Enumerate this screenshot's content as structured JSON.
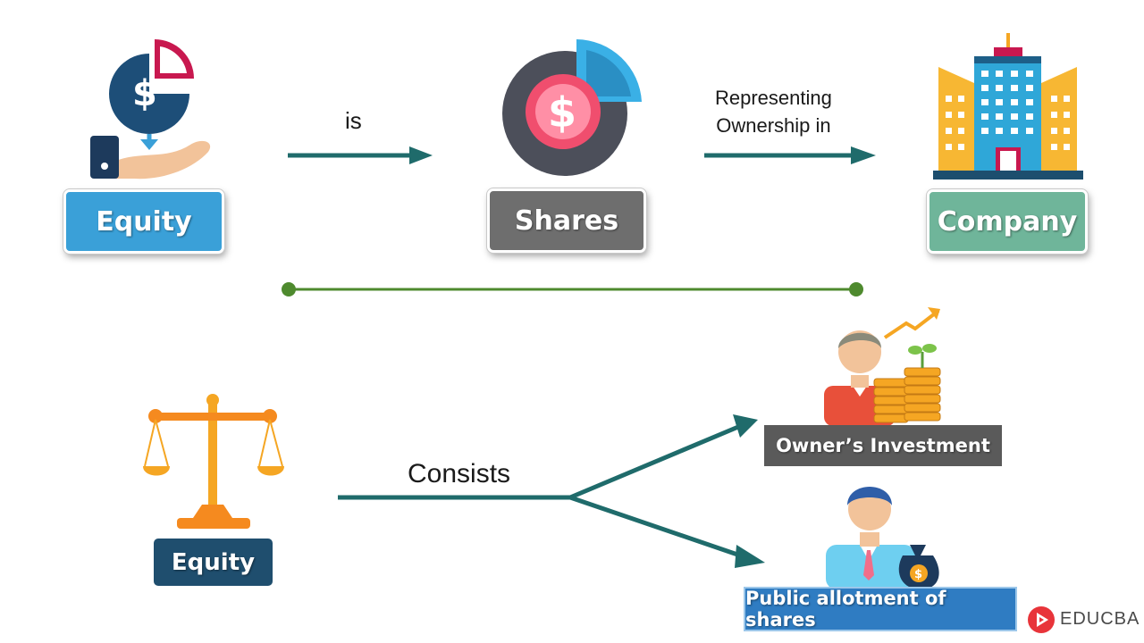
{
  "top_row": {
    "equity_label": "Equity",
    "shares_label": "Shares",
    "company_label": "Company",
    "edge_is": "is",
    "edge_representing_line1": "Representing",
    "edge_representing_line2": "Ownership in"
  },
  "bottom_row": {
    "equity_label": "Equity",
    "edge_consists": "Consists",
    "owners_investment_label": "Owner’s Investment",
    "public_allotment_label": "Public allotment of shares"
  },
  "brand": {
    "name": "EDUCBA"
  },
  "colors": {
    "equity_box": "#3aa0d8",
    "shares_box": "#6e6e6e",
    "company_box": "#6fb59a",
    "arrow": "#1f6b6b",
    "divider": "#4e8a2e",
    "bottom_equity_box": "#1f4e6e",
    "owners_box": "#5a5a5a",
    "public_box": "#2f7cc2"
  },
  "icons": {
    "equity": "money-hand-pie-icon",
    "shares": "dollar-pie-chart-icon",
    "company": "office-building-icon",
    "scale": "balance-scale-icon",
    "owner": "investor-coins-icon",
    "public": "businessman-moneybag-icon",
    "brand": "educba-logo-icon"
  }
}
